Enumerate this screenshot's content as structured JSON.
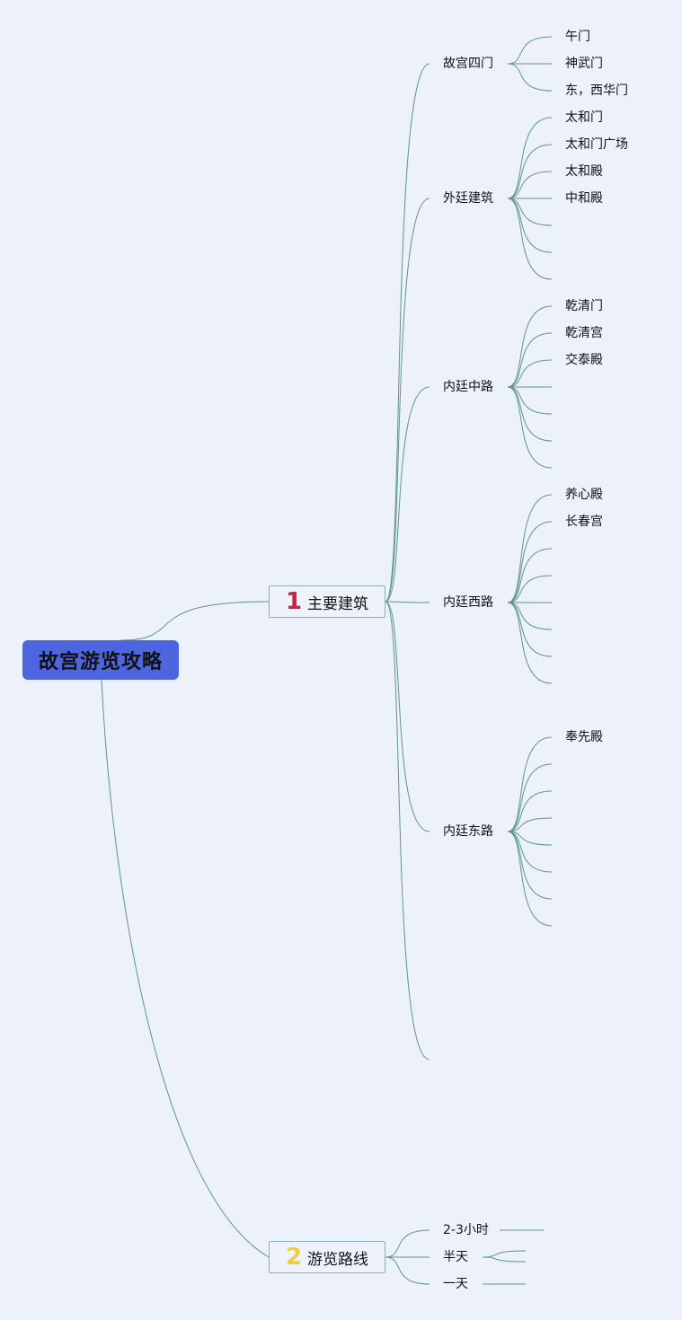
{
  "root": {
    "label": "故宫游览攻略",
    "color": "#4d66e0"
  },
  "branches": [
    {
      "number": "1",
      "number_color": "#d81e3c",
      "label": "主要建筑",
      "children": [
        {
          "label": "故宫四门",
          "leaves": [
            "午门",
            "神武门",
            "东，西华门"
          ]
        },
        {
          "label": "外廷建筑",
          "leaves": [
            "太和门",
            "太和门广场",
            "太和殿",
            "中和殿",
            "",
            "",
            ""
          ]
        },
        {
          "label": "内廷中路",
          "leaves": [
            "乾清门",
            "乾清宫",
            "交泰殿",
            "",
            "",
            "",
            ""
          ]
        },
        {
          "label": "内廷西路",
          "leaves": [
            "养心殿",
            "长春宫",
            "",
            "",
            "",
            "",
            "",
            ""
          ]
        },
        {
          "label": "内廷东路",
          "leaves": [
            "奉先殿",
            "",
            "",
            "",
            "",
            "",
            "",
            ""
          ]
        },
        {
          "label": "",
          "leaves": []
        }
      ]
    },
    {
      "number": "2",
      "number_color": "#f2cf3a",
      "label": "游览路线",
      "children": [
        {
          "label": "2-3小时",
          "leaves": [
            ""
          ]
        },
        {
          "label": "半天",
          "leaves": [
            "",
            ""
          ]
        },
        {
          "label": "一天",
          "leaves": [
            ""
          ]
        }
      ]
    }
  ],
  "line_color": "#5f9490"
}
